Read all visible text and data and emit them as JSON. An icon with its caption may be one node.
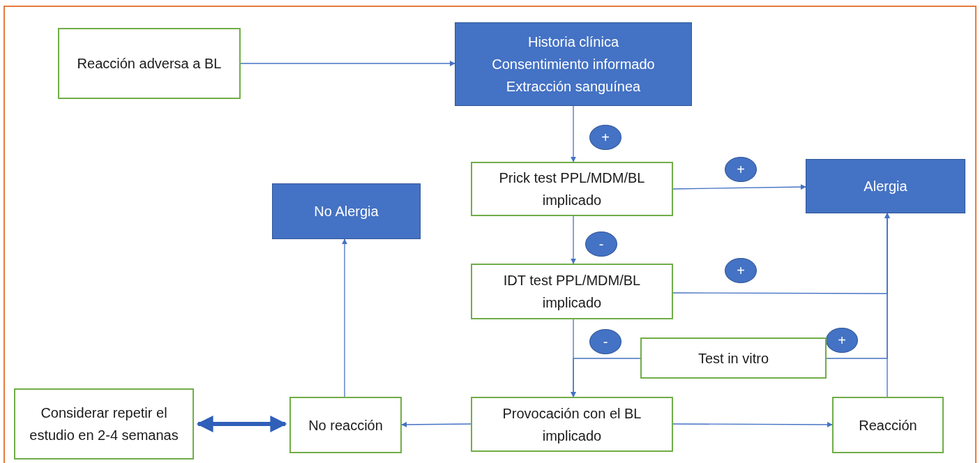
{
  "diagram": {
    "nodes": [
      {
        "text": [
          "Reacción adversa a BL"
        ]
      },
      {
        "text": [
          "Historia clínica",
          "Consentimiento informado",
          "Extracción sanguínea"
        ]
      },
      {
        "text": [
          "Prick test PPL/MDM/BL implicado"
        ]
      },
      {
        "text": [
          "Alergia"
        ]
      },
      {
        "text": [
          "No Alergia"
        ]
      },
      {
        "text": [
          "IDT test PPL/MDM/BL implicado"
        ]
      },
      {
        "text": [
          "Test in vitro"
        ]
      },
      {
        "text": [
          "Considerar repetir el estudio en 2-4 semanas"
        ]
      },
      {
        "text": [
          "No reacción"
        ]
      },
      {
        "text": [
          "Provocación con el BL implicado"
        ]
      },
      {
        "text": [
          "Reacción"
        ]
      }
    ],
    "edges": [
      {
        "from": 0,
        "to": 1,
        "arrow": "to"
      },
      {
        "from": 1,
        "to": 2,
        "arrow": "to",
        "label": "+"
      },
      {
        "from": 2,
        "to": 3,
        "arrow": "to",
        "label": "+"
      },
      {
        "from": 2,
        "to": 5,
        "arrow": "to",
        "label": "-"
      },
      {
        "from": 5,
        "to": 3,
        "arrow": "to",
        "label": "+"
      },
      {
        "from": 5,
        "to": 9,
        "arrow": "to"
      },
      {
        "from": 6,
        "to": 9,
        "arrow": "to",
        "label": "-"
      },
      {
        "from": 6,
        "to": 3,
        "arrow": "to",
        "label": "+"
      },
      {
        "from": 9,
        "to": 8,
        "arrow": "to"
      },
      {
        "from": 9,
        "to": 10,
        "arrow": "to"
      },
      {
        "from": 10,
        "to": 3,
        "arrow": "to"
      },
      {
        "from": 8,
        "to": 4,
        "arrow": "to"
      },
      {
        "from": 7,
        "to": 8,
        "arrow": "both",
        "style": "thick"
      }
    ]
  }
}
